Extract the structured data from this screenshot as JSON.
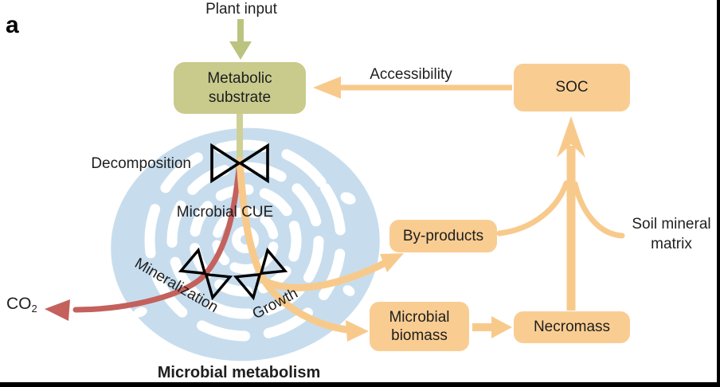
{
  "figure": {
    "panel_label": "a",
    "caption_inside": "Microbial metabolism"
  },
  "nodes": {
    "metabolic_substrate": {
      "label": "Metabolic substrate"
    },
    "soc": {
      "label": "SOC"
    },
    "by_products": {
      "label": "By-products"
    },
    "microbial_biomass": {
      "label": "Microbial biomass"
    },
    "necromass": {
      "label": "Necromass"
    }
  },
  "labels": {
    "plant_input": "Plant input",
    "accessibility": "Accessibility",
    "decomposition": "Decomposition",
    "microbial_cue": "Microbial CUE",
    "mineralization": "Mineralization",
    "growth": "Growth",
    "co2_base": "CO",
    "co2_sub": "2",
    "soil_mineral_matrix_line1": "Soil mineral",
    "soil_mineral_matrix_line2": "matrix",
    "microbial_metabolism": "Microbial metabolism"
  },
  "palette": {
    "olive_box": "#c9cb8d",
    "olive_arrow": "#bcc380",
    "orange_box": "#f9cd92",
    "orange_arrow": "#f7ca8c",
    "red_arrow": "#c4615c",
    "cell_blue": "#c7ddee",
    "text": "#1f1f1f"
  },
  "edges": [
    {
      "from": "Plant input",
      "to": "Metabolic substrate",
      "color": "olive"
    },
    {
      "from": "SOC",
      "to": "Metabolic substrate",
      "label": "Accessibility",
      "color": "orange"
    },
    {
      "from": "Metabolic substrate",
      "to": "Microbial CUE split",
      "valve": "Decomposition",
      "color": "olive"
    },
    {
      "from": "Microbial CUE split",
      "to": "CO2",
      "valve": "Mineralization",
      "color": "red"
    },
    {
      "from": "Microbial CUE split",
      "to": "By-products",
      "valve": "Growth",
      "color": "orange"
    },
    {
      "from": "Microbial CUE split",
      "to": "Microbial biomass",
      "valve": "Growth",
      "color": "orange"
    },
    {
      "from": "Microbial biomass",
      "to": "Necromass",
      "color": "orange"
    },
    {
      "from": "Necromass",
      "to": "SOC",
      "color": "orange"
    },
    {
      "from": "By-products",
      "to": "SOC",
      "color": "orange"
    },
    {
      "from": "Soil mineral matrix",
      "to": "SOC",
      "color": "orange"
    }
  ]
}
